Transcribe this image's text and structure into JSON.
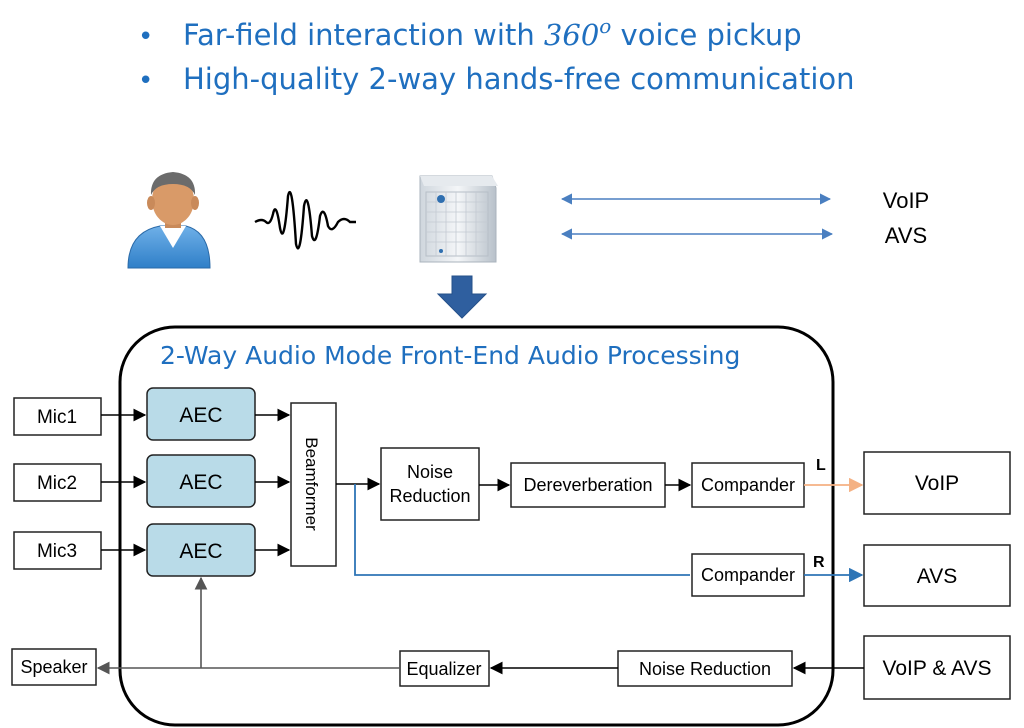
{
  "bullets": {
    "first_text": "Far-field interaction with ",
    "first_math": "360",
    "first_sup": "o",
    "first_tail": " voice pickup",
    "second": "High-quality 2-way hands-free communication",
    "marker": "•"
  },
  "top": {
    "voip": "VoIP",
    "avs": "AVS",
    "person_icon": "user-avatar-icon",
    "wave_icon": "sound-wave-icon",
    "device_icon": "smart-speaker-icon"
  },
  "panel": {
    "title": "2-Way Audio Mode Front-End Audio Processing"
  },
  "inputs": {
    "mic1": "Mic1",
    "mic2": "Mic2",
    "mic3": "Mic3",
    "speaker": "Speaker"
  },
  "blocks": {
    "aec": "AEC",
    "beamformer": "Beamformer",
    "noise_reduction_l1": "Noise",
    "noise_reduction_l2": "Reduction",
    "dereverberation": "Dereverberation",
    "compander": "Compander",
    "equalizer": "Equalizer",
    "noise_reduction": "Noise Reduction",
    "label_l": "L",
    "label_r": "R"
  },
  "outputs": {
    "voip": "VoIP",
    "avs": "AVS",
    "voip_avs": "VoIP & AVS"
  },
  "colors": {
    "title_blue": "#1f6fbf",
    "aec_fill": "#b9dbe8",
    "blue_line": "#2e75b6",
    "orange_line": "#f4b183",
    "down_arrow": "#2f5f9f"
  }
}
